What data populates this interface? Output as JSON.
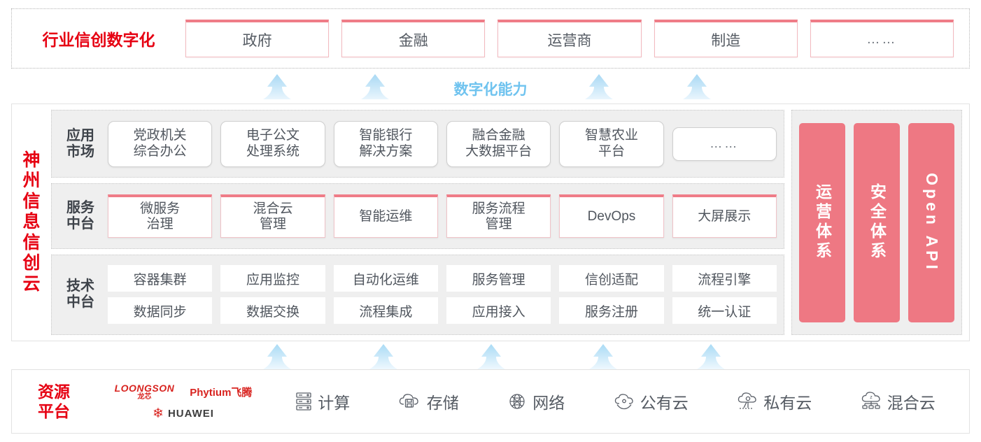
{
  "industry": {
    "title": "行业信创数字化",
    "items": [
      {
        "label": "政府"
      },
      {
        "label": "金融"
      },
      {
        "label": "运营商"
      },
      {
        "label": "制造"
      },
      {
        "label": "……"
      }
    ]
  },
  "capability": {
    "label": "数字化能力",
    "arrow_count_top": 4,
    "arrow_count_bottom": 5,
    "arrow_color": "#cbe8f8"
  },
  "cloud": {
    "title": "神州信息信创云",
    "title_chars": [
      "神",
      "州",
      "信",
      "息",
      "信",
      "创",
      "云"
    ],
    "rows": [
      {
        "label": "应用\n市场",
        "label_lines": [
          "应用",
          "市场"
        ],
        "style": "app",
        "items": [
          {
            "lines": [
              "党政机关",
              "综合办公"
            ]
          },
          {
            "lines": [
              "电子公文",
              "处理系统"
            ]
          },
          {
            "lines": [
              "智能银行",
              "解决方案"
            ]
          },
          {
            "lines": [
              "融合金融",
              "大数据平台"
            ]
          },
          {
            "lines": [
              "智慧农业",
              "平台"
            ]
          },
          {
            "lines": [
              "……"
            ],
            "dots": true
          }
        ]
      },
      {
        "label_lines": [
          "服务",
          "中台"
        ],
        "style": "service",
        "items": [
          {
            "lines": [
              "微服务",
              "治理"
            ]
          },
          {
            "lines": [
              "混合云",
              "管理"
            ]
          },
          {
            "lines": [
              "智能运维"
            ]
          },
          {
            "lines": [
              "服务流程",
              "管理"
            ]
          },
          {
            "lines": [
              "DevOps"
            ]
          },
          {
            "lines": [
              "大屏展示"
            ]
          }
        ]
      },
      {
        "label_lines": [
          "技术",
          "中台"
        ],
        "style": "tech",
        "grid": [
          [
            "容器集群",
            "应用监控",
            "自动化运维",
            "服务管理",
            "信创适配",
            "流程引擎"
          ],
          [
            "数据同步",
            "数据交换",
            "流程集成",
            "应用接入",
            "服务注册",
            "统一认证"
          ]
        ]
      }
    ],
    "pillars": [
      {
        "text": "运营体系",
        "vertical": "cn",
        "color": "#ee7883"
      },
      {
        "text": "安全体系",
        "vertical": "cn",
        "color": "#ee7883"
      },
      {
        "text": "Open API",
        "vertical": "en",
        "color": "#ee7883"
      }
    ]
  },
  "resource": {
    "title_lines": [
      "资源",
      "平台"
    ],
    "vendors": [
      {
        "name": "LOONGSON",
        "sub": "龙芯"
      },
      {
        "name": "Phytium飞腾"
      },
      {
        "name": "HUAWEI"
      }
    ],
    "items": [
      {
        "label": "计算",
        "icon": "server-icon"
      },
      {
        "label": "存储",
        "icon": "cloud-storage-icon"
      },
      {
        "label": "网络",
        "icon": "network-icon"
      },
      {
        "label": "公有云",
        "icon": "public-cloud-icon"
      },
      {
        "label": "私有云",
        "icon": "private-cloud-icon"
      },
      {
        "label": "混合云",
        "icon": "hybrid-cloud-icon"
      }
    ]
  },
  "colors": {
    "brand_red": "#e60012",
    "pink": "#ee7883",
    "pink_border": "#ef7c87",
    "arrow_blue": "#cbe8f8",
    "capability_text": "#6fc3ef",
    "panel_gray": "#efefef"
  }
}
